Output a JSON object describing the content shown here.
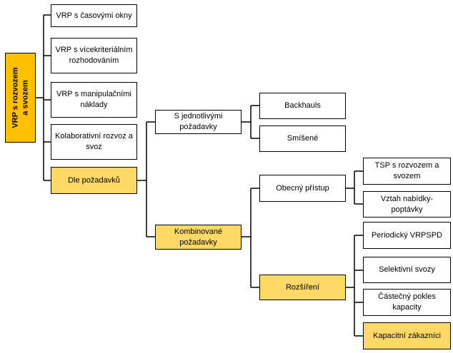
{
  "root": {
    "label_line1": "VRP s rozvozem",
    "label_line2": "a svozem"
  },
  "level1": {
    "time_windows": "VRP s časovými okny",
    "multi_criteria": "VRP s vícekriteriálním rozhodováním",
    "handling_costs": "VRP s manipulačními náklady",
    "collaborative": "Kolaborativní rozvoz a svoz",
    "by_requests": "Dle požadavků"
  },
  "level2": {
    "single": "S jednotlivými požadavky",
    "combined": "Kombinované požadavky"
  },
  "level3": {
    "backhauls": "Backhauls",
    "mixed": "Smíšené",
    "general": "Obecný přístup",
    "extension": "Rozšíření"
  },
  "level4": {
    "tsp": "TSP s rozvozem a svozem",
    "supply_demand": "Vztah nabídky-poptávky",
    "periodic": "Periodický VRPSPD",
    "selective": "Selektivní svozy",
    "partial_capacity": "Částečný pokles kapacity",
    "capacitated_customers": "Kapacitní zákazníci"
  },
  "colors": {
    "highlight": "#ffd966",
    "root": "#ffc000",
    "line": "#000000"
  }
}
